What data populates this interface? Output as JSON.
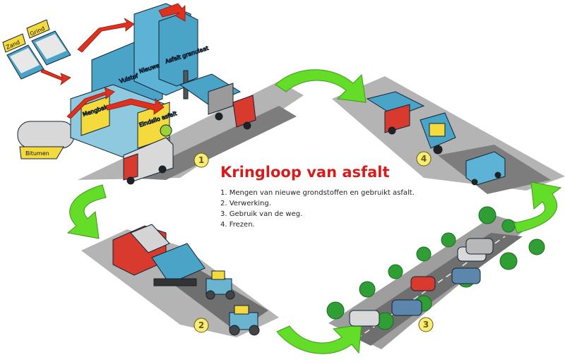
{
  "title": "Kringloop van asfalt",
  "steps": [
    "1. Mengen van nieuwe grondstoffen en gebruikt asfalt.",
    "2. Verwerking.",
    "3. Gebruik van de weg.",
    "4. Frezen."
  ],
  "markers": [
    "1",
    "2",
    "3",
    "4"
  ],
  "labels": {
    "zand": "Zand",
    "grind": "Grind",
    "bitumen": "Bitumen",
    "mengbak": "Mengbak",
    "eindsilo": "Eindsilo asfalt",
    "vulstof": "Vulstof",
    "nieuwe": "Nieuwe",
    "asfaltgranulaat": "Asfalt granulaat"
  },
  "colors": {
    "cycle_arrow": "#63dd28",
    "title": "#d51d1d",
    "road": "#8a8a8a",
    "marker_fill": "#f6ec7b",
    "plant_blue": "#4aa4c8",
    "feed_arrow": "#e0301e"
  }
}
